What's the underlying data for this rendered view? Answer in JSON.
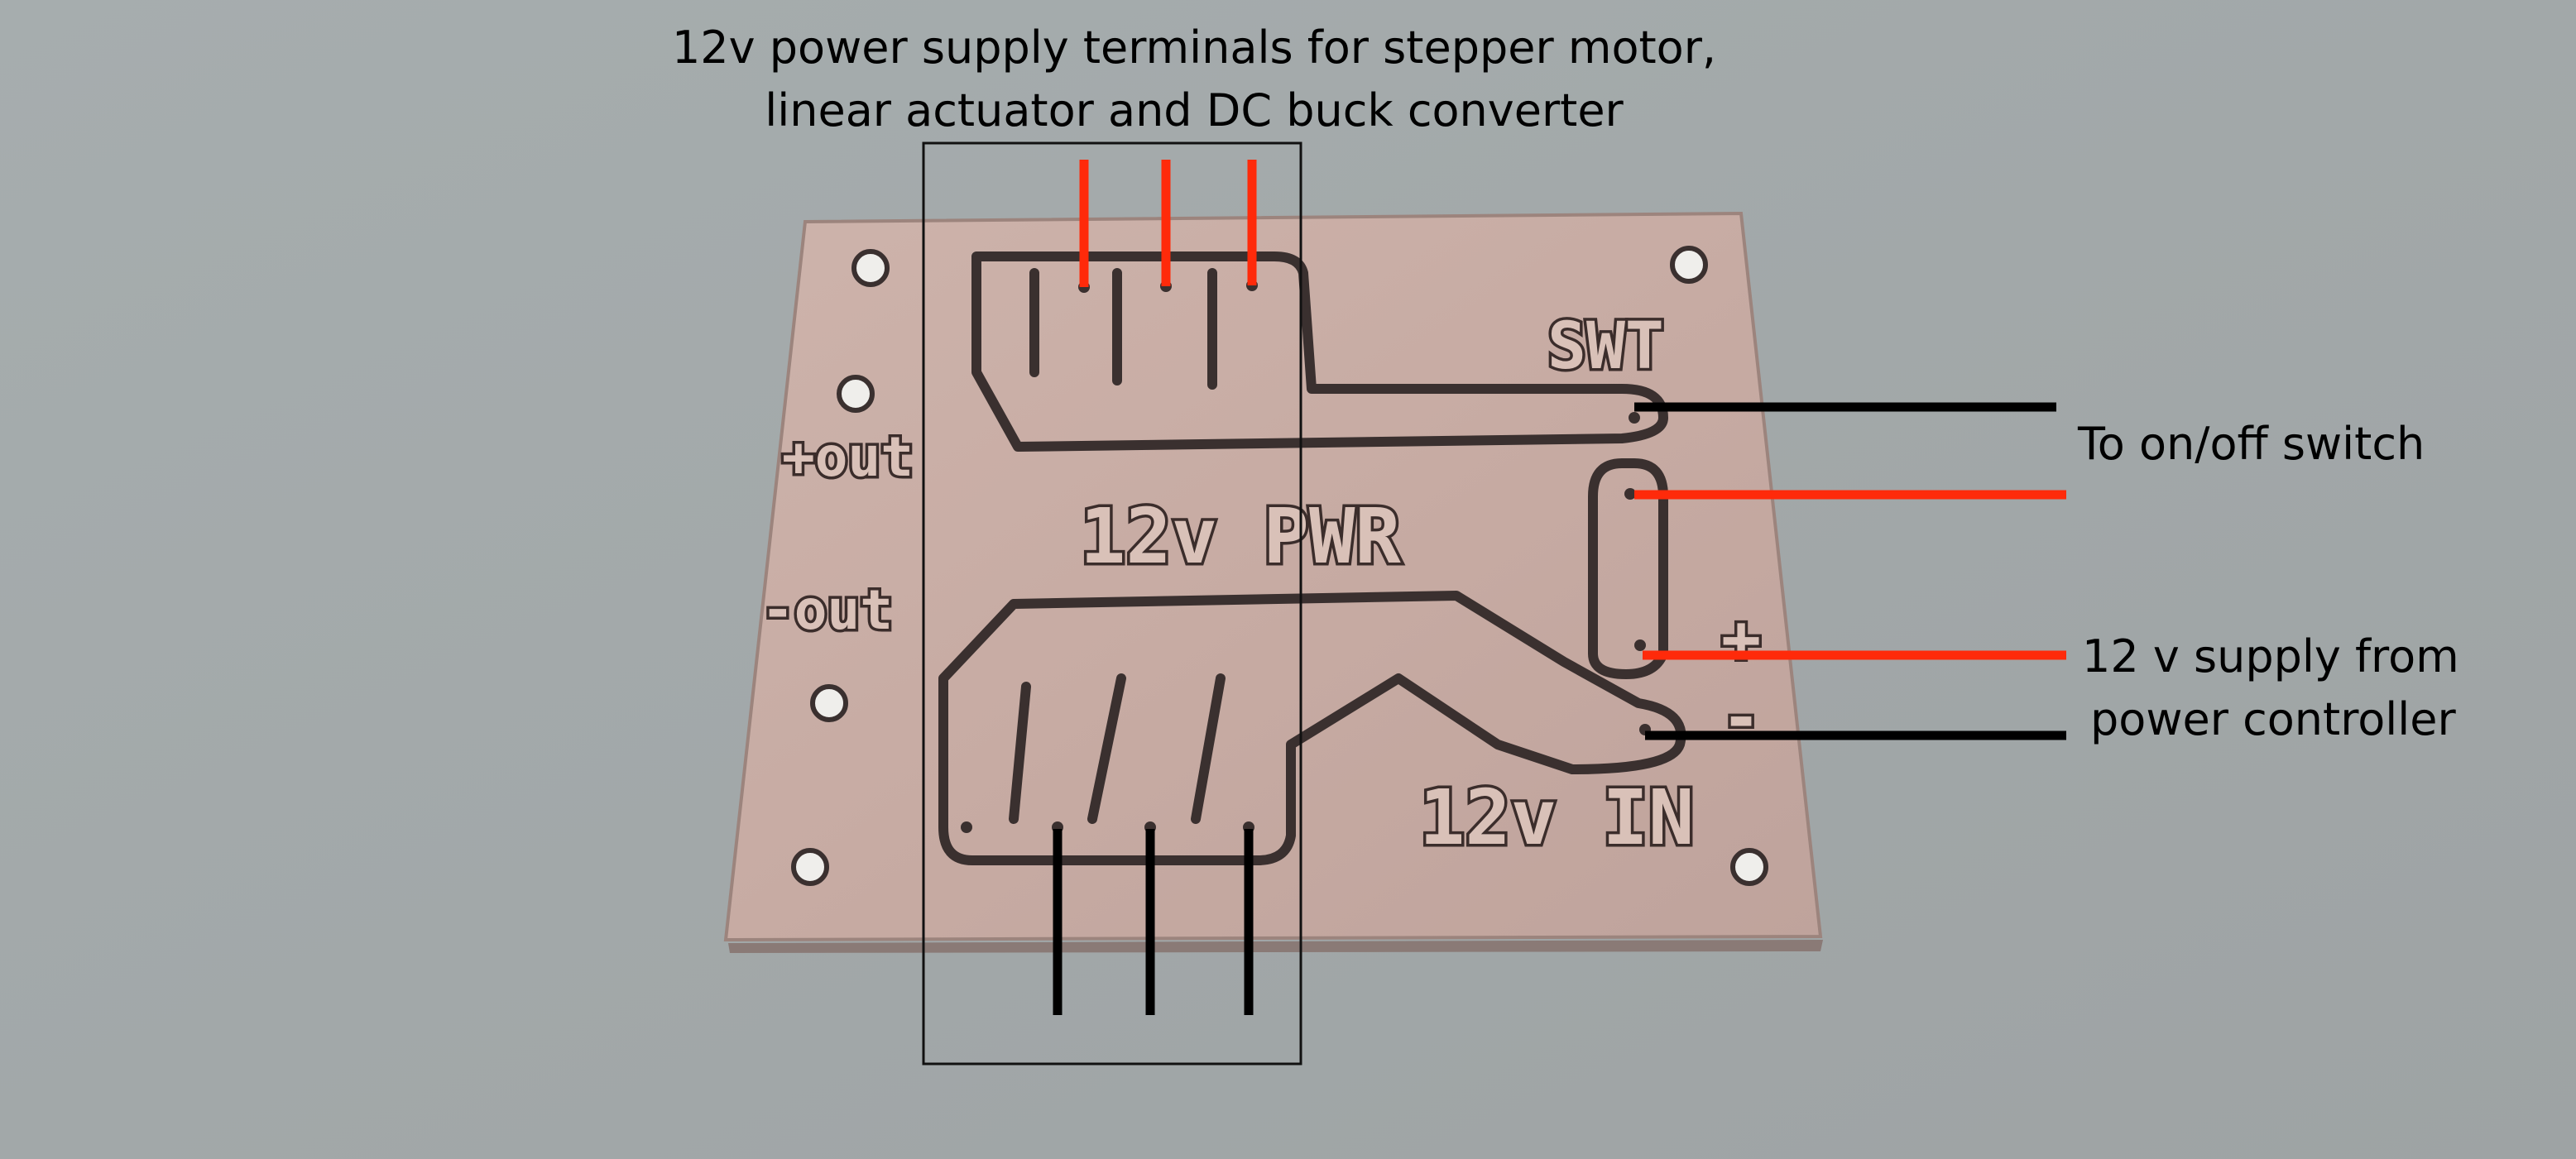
{
  "annotations": {
    "top_line1": "12v power supply terminals for stepper motor,",
    "top_line2": "linear actuator and DC buck converter",
    "switch_label": "To on/off switch",
    "supply_line1": "12 v supply from",
    "supply_line2": "power controller"
  },
  "board_labels": {
    "swt": "SWT",
    "plus_out": "+out",
    "pwr": "12v PWR",
    "minus_out": "-out",
    "plus": "+",
    "minus": "-",
    "in": "12v IN"
  },
  "colors": {
    "background": "#a3a9aa",
    "board": "#c9aea6",
    "positive_wire": "#ff2a0a",
    "negative_wire": "#000000"
  }
}
